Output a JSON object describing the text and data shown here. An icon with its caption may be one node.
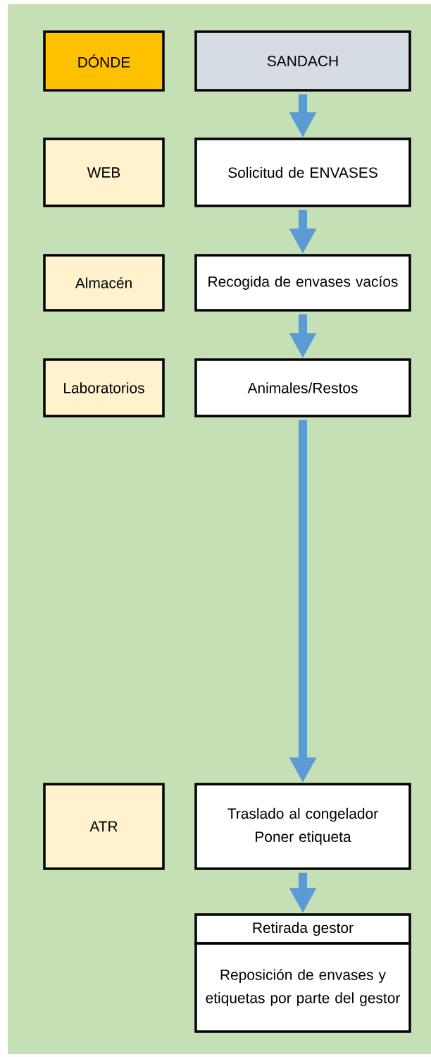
{
  "diagram": {
    "nodes": [
      {
        "text": [
          "DÓNDE"
        ]
      },
      {
        "text": [
          "SANDACH"
        ]
      },
      {
        "text": [
          "WEB"
        ]
      },
      {
        "text": [
          "Solicitud de ENVASES"
        ]
      },
      {
        "text": [
          "Almacén"
        ]
      },
      {
        "text": [
          "Recogida de envases vacíos"
        ]
      },
      {
        "text": [
          "Laboratorios"
        ]
      },
      {
        "text": [
          "Animales/Restos"
        ]
      },
      {
        "text": [
          "ATR"
        ]
      },
      {
        "text": [
          "Traslado al congelador",
          "Poner etiqueta"
        ]
      },
      {
        "text": [
          "Retirada gestor"
        ]
      },
      {
        "text": [
          "Reposición de envases y etiquetas por parte del gestor"
        ]
      }
    ],
    "edges": [
      {
        "from": 1,
        "to": 3,
        "arrow": "to"
      },
      {
        "from": 3,
        "to": 5,
        "arrow": "to"
      },
      {
        "from": 5,
        "to": 7,
        "arrow": "to"
      },
      {
        "from": 7,
        "to": 9,
        "arrow": "to"
      },
      {
        "from": 9,
        "to": 10,
        "arrow": "to"
      }
    ]
  }
}
